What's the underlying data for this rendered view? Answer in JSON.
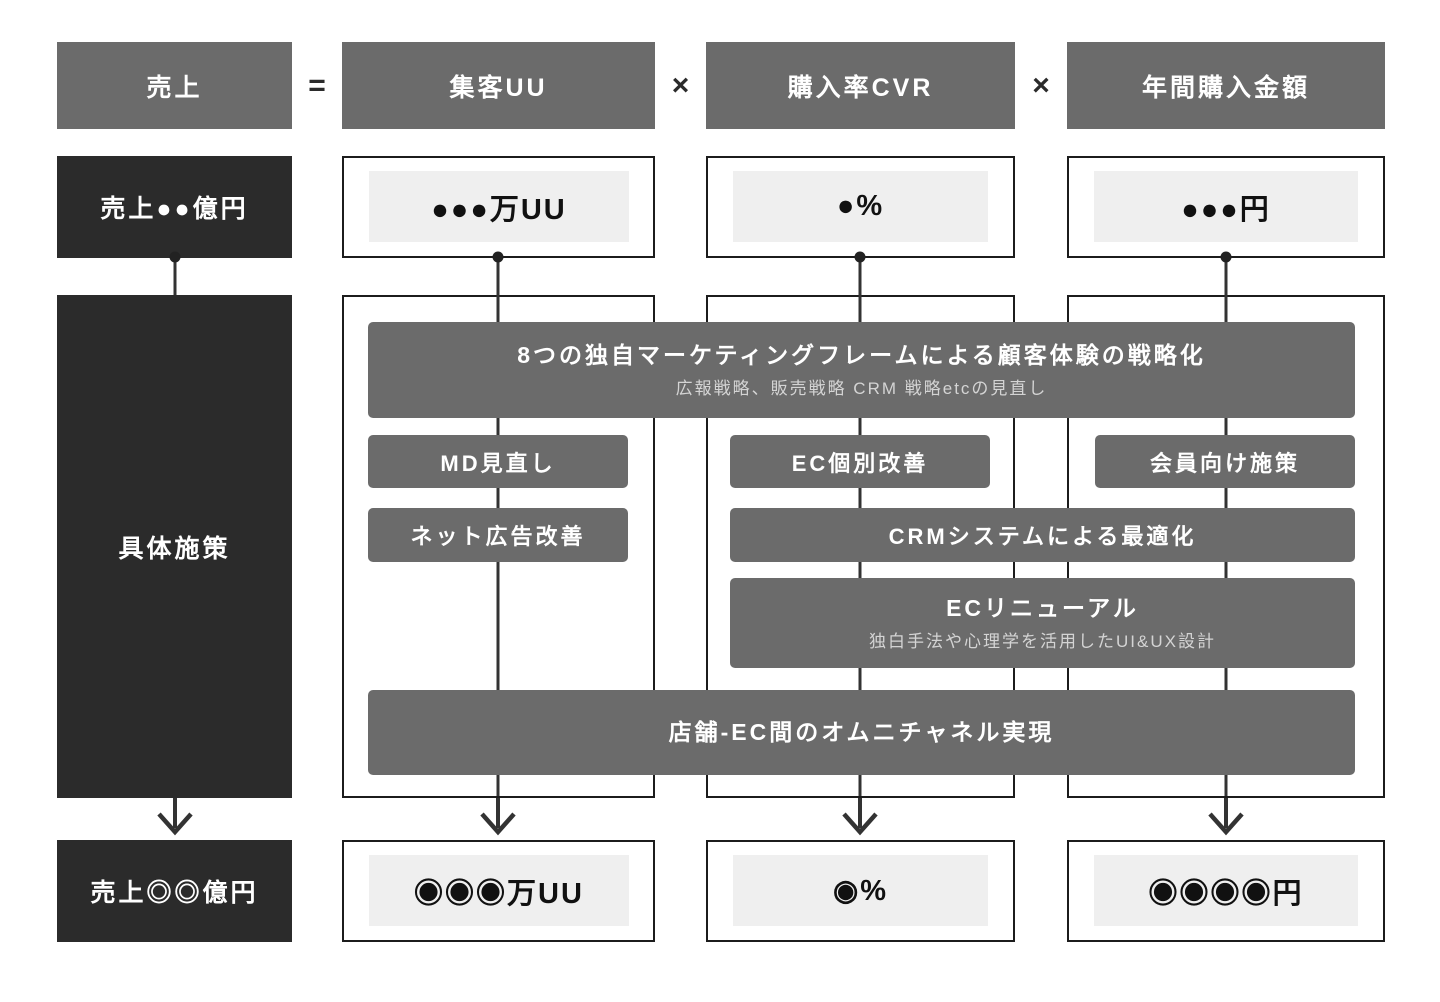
{
  "diagram": {
    "formula": {
      "result": "売上",
      "equals": "=",
      "times": "×",
      "factors": [
        "集客UU",
        "購入率CVR",
        "年間購入金額"
      ]
    },
    "current": {
      "label": "売上●●億円",
      "values": [
        "●●●万UU",
        "●%",
        "●●●円"
      ]
    },
    "measures": {
      "label": "具体施策",
      "strategy": {
        "title": "8つの独自マーケティングフレームによる顧客体験の戦略化",
        "subtitle": "広報戦略、販売戦略 CRM 戦略etcの見直し"
      },
      "md": "MD見直し",
      "ec_improve": "EC個別改善",
      "member": "会員向け施策",
      "net_ad": "ネット広告改善",
      "crm": "CRMシステムによる最適化",
      "ec_renewal": {
        "title": "ECリニューアル",
        "subtitle": "独白手法や心理学を活用したUI&UX設計"
      },
      "omni": "店舗-EC間のオムニチャネル実現"
    },
    "target": {
      "label": "売上◎◎億円",
      "values": [
        "◉◉◉万UU",
        "◉%",
        "◉◉◉◉円"
      ]
    },
    "colors": {
      "bar_gray": "#6b6b6b",
      "dark": "#2b2b2b",
      "inner_light": "#efefef",
      "line": "#333333"
    }
  }
}
